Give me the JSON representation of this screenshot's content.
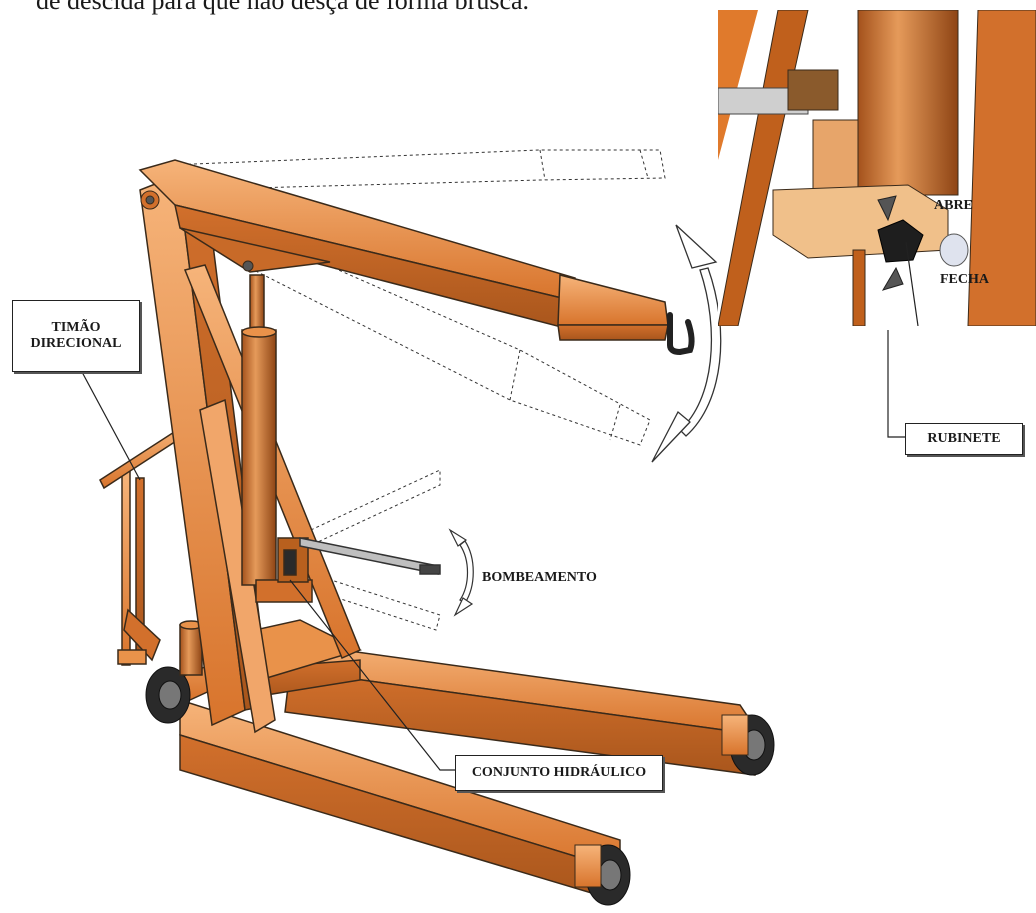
{
  "intro_text": "de descida para que não desça de forma brusca.",
  "labels": {
    "timao_line1": "TIMÃO",
    "timao_line2": "DIRECIONAL",
    "bombeamento": "BOMBEAMENTO",
    "conjunto": "CONJUNTO HIDRÁULICO",
    "rubinete": "RUBINETE",
    "abre": "ABRE",
    "fecha": "FECHA"
  },
  "colors": {
    "frame": "#e88a3a",
    "frame_dark": "#b8601e",
    "frame_light": "#f4b27a",
    "outline": "#3a2a1a"
  }
}
